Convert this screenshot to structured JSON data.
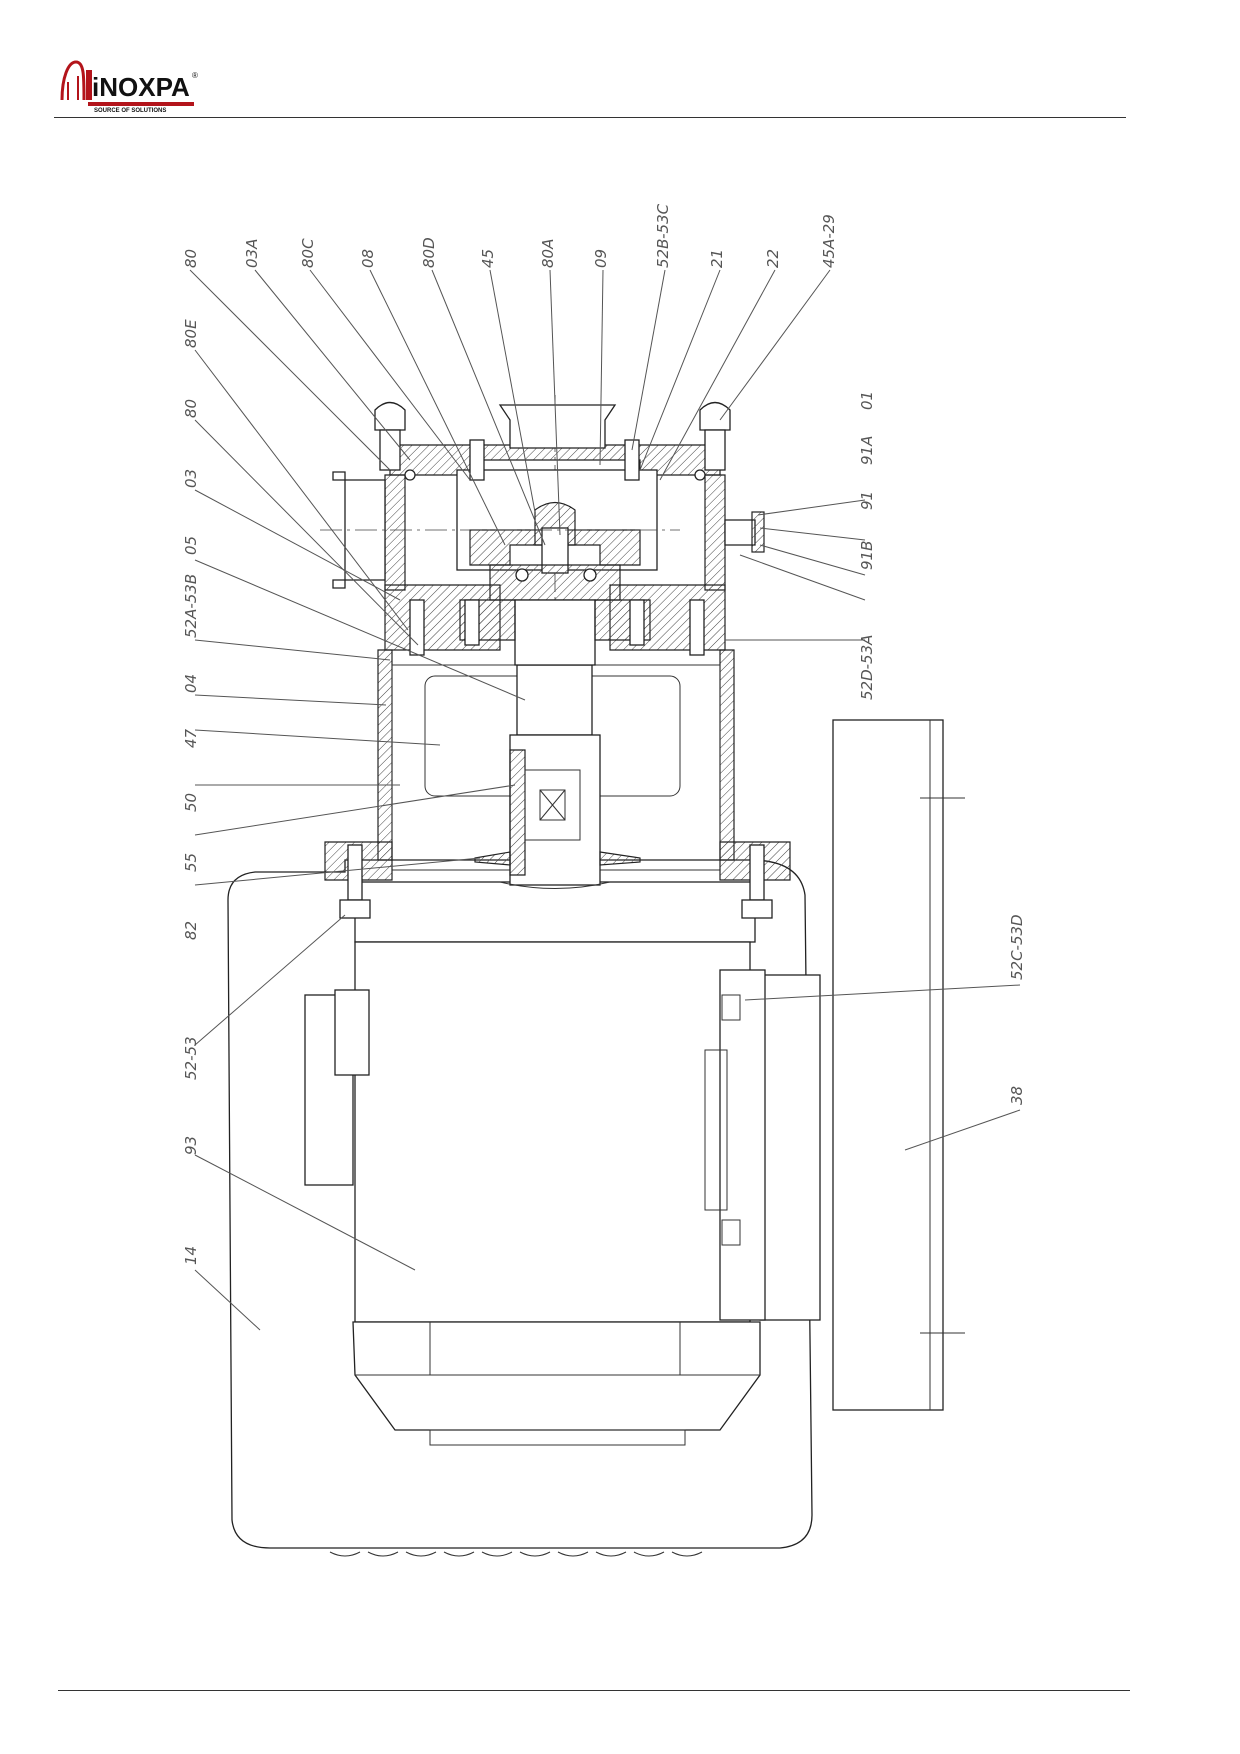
{
  "brand": {
    "name": "iNOXPA",
    "reg": "®",
    "tagline": "SOURCE OF SOLUTIONS",
    "color_red": "#b3141b",
    "color_dark": "#111111"
  },
  "drawing": {
    "callouts_top": [
      {
        "id": "c80a",
        "text": "80"
      },
      {
        "id": "c03a",
        "text": "03A"
      },
      {
        "id": "c80c",
        "text": "80C"
      },
      {
        "id": "c08",
        "text": "08"
      },
      {
        "id": "c80d",
        "text": "80D"
      },
      {
        "id": "c45",
        "text": "45"
      },
      {
        "id": "c80aa",
        "text": "80A"
      },
      {
        "id": "c09",
        "text": "09"
      },
      {
        "id": "c52b",
        "text": "52B-53C"
      },
      {
        "id": "c21",
        "text": "21"
      },
      {
        "id": "c22",
        "text": "22"
      },
      {
        "id": "c45a",
        "text": "45A-29"
      }
    ],
    "callouts_left": [
      {
        "id": "l80e",
        "text": "80E"
      },
      {
        "id": "l80",
        "text": "80"
      },
      {
        "id": "l03",
        "text": "03"
      },
      {
        "id": "l05",
        "text": "05"
      },
      {
        "id": "l52a",
        "text": "52A-53B"
      },
      {
        "id": "l04",
        "text": "04"
      },
      {
        "id": "l47",
        "text": "47"
      },
      {
        "id": "l50",
        "text": "50"
      },
      {
        "id": "l55",
        "text": "55"
      },
      {
        "id": "l82",
        "text": "82"
      },
      {
        "id": "l5253",
        "text": "52-53"
      },
      {
        "id": "l93",
        "text": "93"
      },
      {
        "id": "l14",
        "text": "14"
      }
    ],
    "callouts_right": [
      {
        "id": "r01",
        "text": "01"
      },
      {
        "id": "r91a",
        "text": "91A"
      },
      {
        "id": "r91",
        "text": "91"
      },
      {
        "id": "r91b",
        "text": "91B"
      },
      {
        "id": "r52d",
        "text": "52D-53A"
      },
      {
        "id": "r52c",
        "text": "52C-53D"
      },
      {
        "id": "r38",
        "text": "38"
      }
    ]
  }
}
